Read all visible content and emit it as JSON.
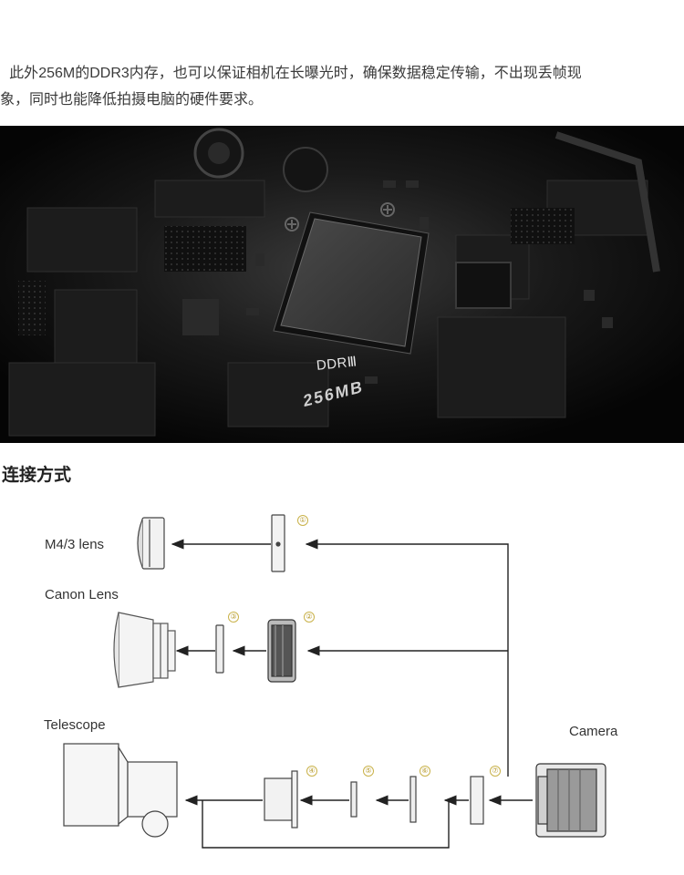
{
  "intro": {
    "line1_a": "此外",
    "line1_num": "256M",
    "line1_b": "的",
    "line1_num2": "DDR3",
    "line1_c": "内存，也可以保证相机在长曝光时，确保数据稳定传输，不出现丢帧现",
    "line2": "象，同时也能降低拍摄电脑的硬件要求。"
  },
  "photo": {
    "chip_type": "DDRⅢ",
    "chip_capacity": "256MB"
  },
  "connection": {
    "title": "连接方式",
    "labels": {
      "m43": "M4/3 lens",
      "canon": "Canon Lens",
      "telescope": "Telescope",
      "camera": "Camera"
    },
    "numbers": [
      "①",
      "②",
      "③",
      "④",
      "⑤",
      "⑥",
      "⑦"
    ]
  },
  "colors": {
    "accent_number": "#c9b24a",
    "line": "#222222"
  }
}
